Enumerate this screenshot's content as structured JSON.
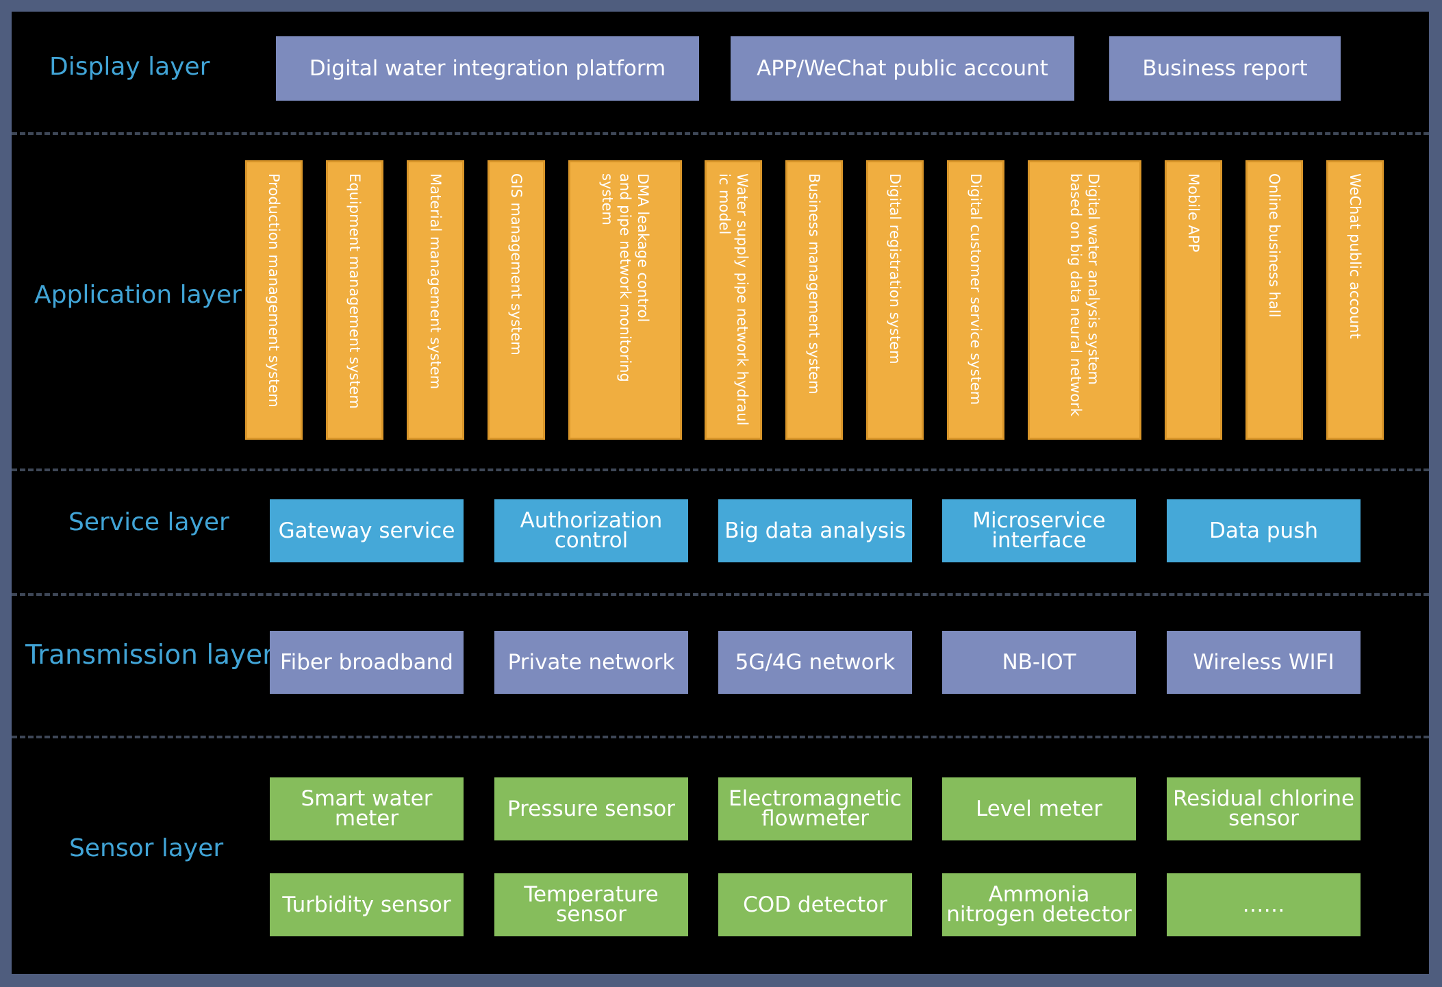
{
  "layers": {
    "display": {
      "label": "Display layer",
      "items": [
        "Digital water integration platform",
        "APP/WeChat public account",
        "Business report"
      ]
    },
    "application": {
      "label": "Application layer",
      "items": [
        "Production management system",
        "Equipment management system",
        "Material management system",
        "GIS management system",
        "DMA leakage control\nand pipe network monitoring\nsystem",
        "Water supply pipe network hydraul\nic model",
        "Business management system",
        "Digital registration system",
        "Digital customer service system",
        "Digital water analysis system\nbased on big data neural network",
        "Mobile APP",
        "Online business hall",
        "WeChat public account"
      ]
    },
    "service": {
      "label": "Service layer",
      "items": [
        "Gateway service",
        "Authorization control",
        "Big data analysis",
        "Microservice interface",
        "Data push"
      ]
    },
    "transmission": {
      "label": "Transmission layer",
      "items": [
        "Fiber broadband",
        "Private network",
        "5G/4G network",
        "NB-IOT",
        "Wireless WIFI"
      ]
    },
    "sensor": {
      "label": "Sensor layer",
      "row1": [
        "Smart water meter",
        "Pressure sensor",
        "Electromagnetic flowmeter",
        "Level meter",
        "Residual chlorine sensor"
      ],
      "row2": [
        "Turbidity sensor",
        "Temperature sensor",
        "COD detector",
        "Ammonia nitrogen detector",
        "……"
      ]
    }
  },
  "colors": {
    "background": "#000000",
    "frame": "#4f5d7e",
    "label_text": "#41a4d6",
    "display_box": "#7d8bbd",
    "application_box": "#f0ae40",
    "service_box": "#45a8d8",
    "transmission_box": "#7d8bbd",
    "sensor_box": "#86bd5c",
    "box_text": "#ffffff"
  }
}
